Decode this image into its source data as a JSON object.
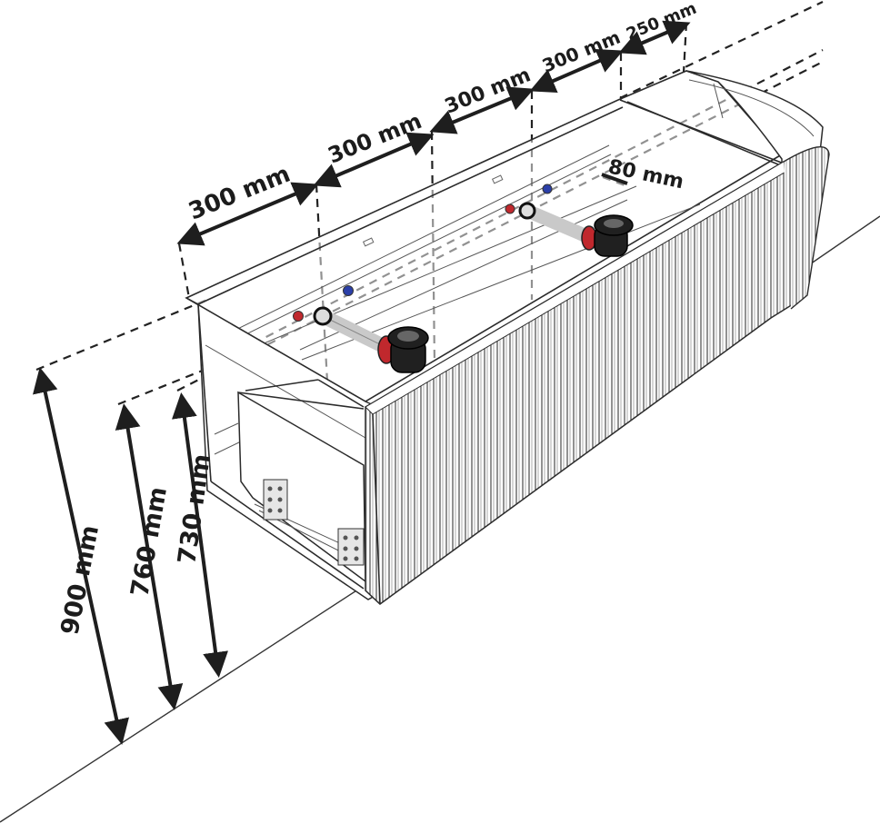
{
  "title": "",
  "dimensions": {
    "width_1": "300 mm",
    "width_2": "300 mm",
    "width_3": "300 mm",
    "width_4": "300 mm",
    "width_5": "250 mm",
    "offset": "80 mm",
    "height_900": "900 mm",
    "height_760": "760 mm",
    "height_730": "730 mm"
  },
  "colors": {
    "hot_water": "#c0282d",
    "cold_water": "#2b3fa8",
    "siphon": "#202020",
    "line": "#1e1e1e"
  },
  "icons": [
    "hot-water-connection-icon",
    "cold-water-connection-icon",
    "siphon-icon",
    "drawer-hinge-icon"
  ]
}
